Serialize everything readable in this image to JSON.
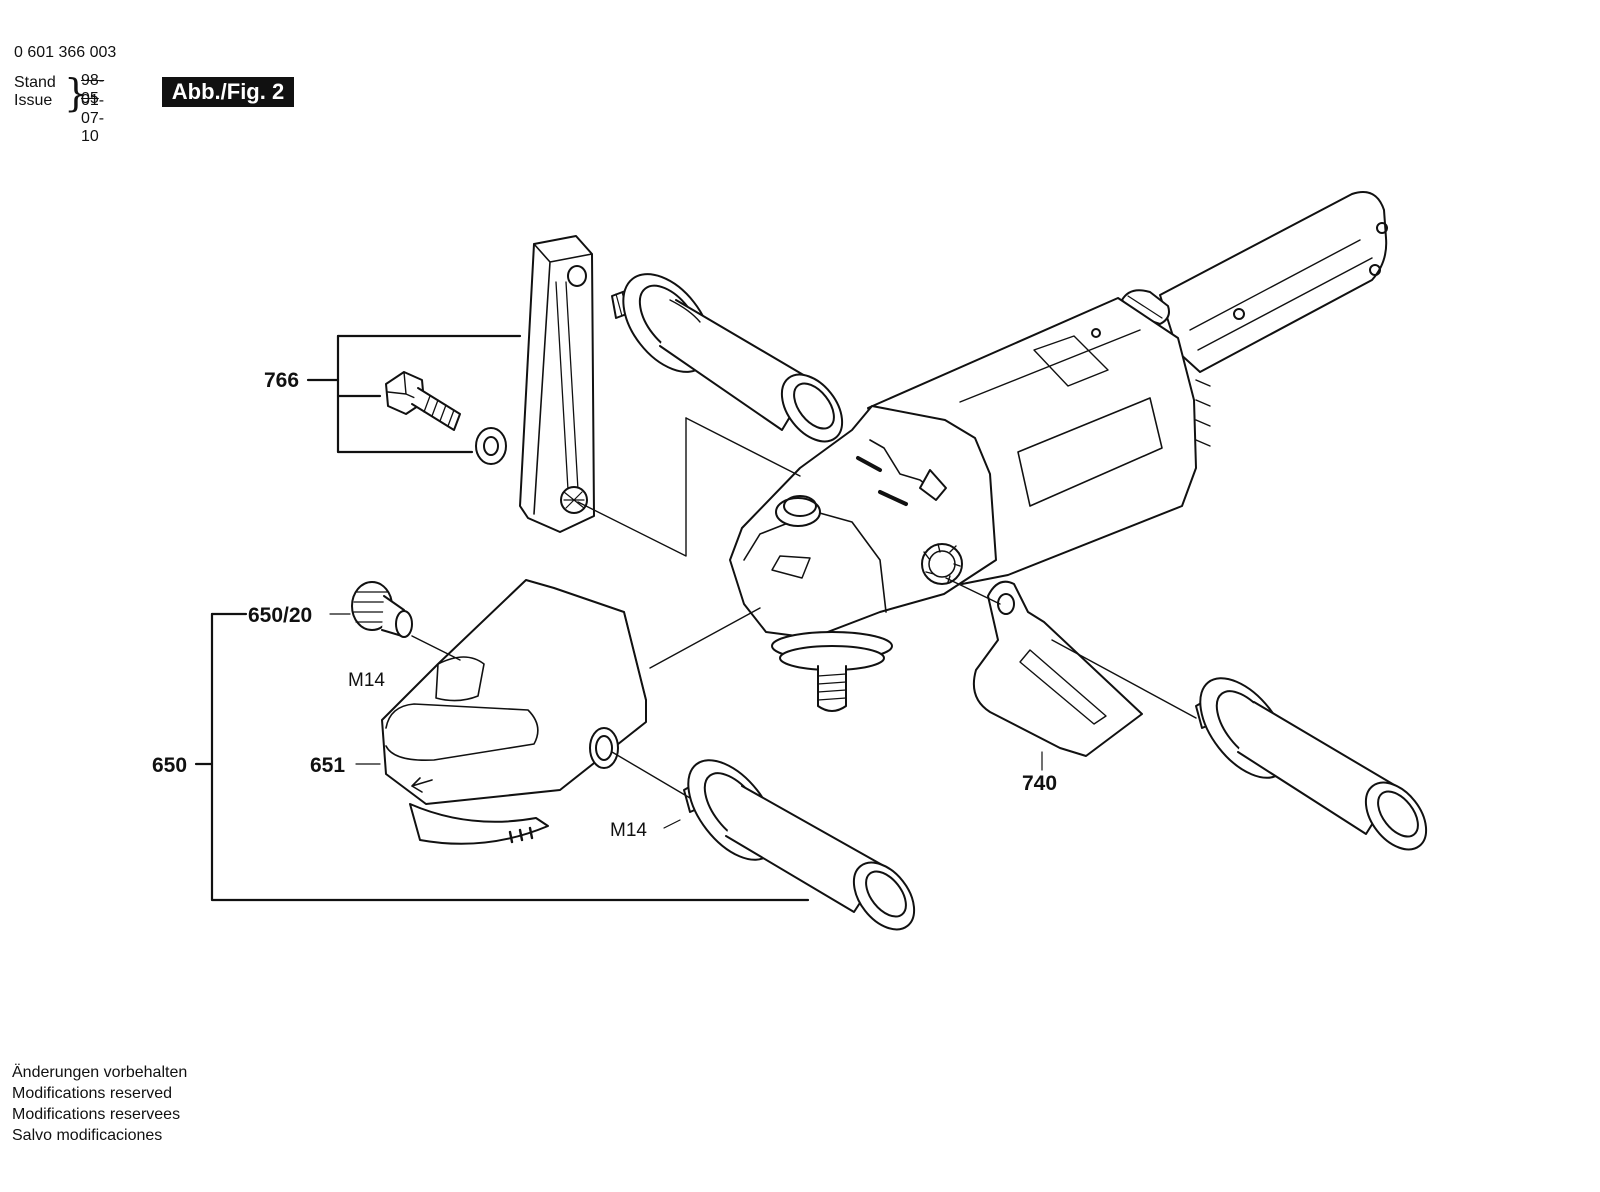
{
  "header": {
    "doc_number": "0 601 366 003",
    "stand_label": "Stand",
    "issue_label": "Issue",
    "stand_date": "98-05",
    "issue_date": "01-07-10",
    "figure_badge": "Abb./Fig. 2"
  },
  "callouts": {
    "p766": "766",
    "p650_20": "650/20",
    "m14_top": "M14",
    "p650": "650",
    "p651": "651",
    "m14_bottom": "M14",
    "p740": "740"
  },
  "footer_notes": [
    "Änderungen vorbehalten",
    "Modifications reserved",
    "Modifications reservees",
    "Salvo modificaciones"
  ]
}
